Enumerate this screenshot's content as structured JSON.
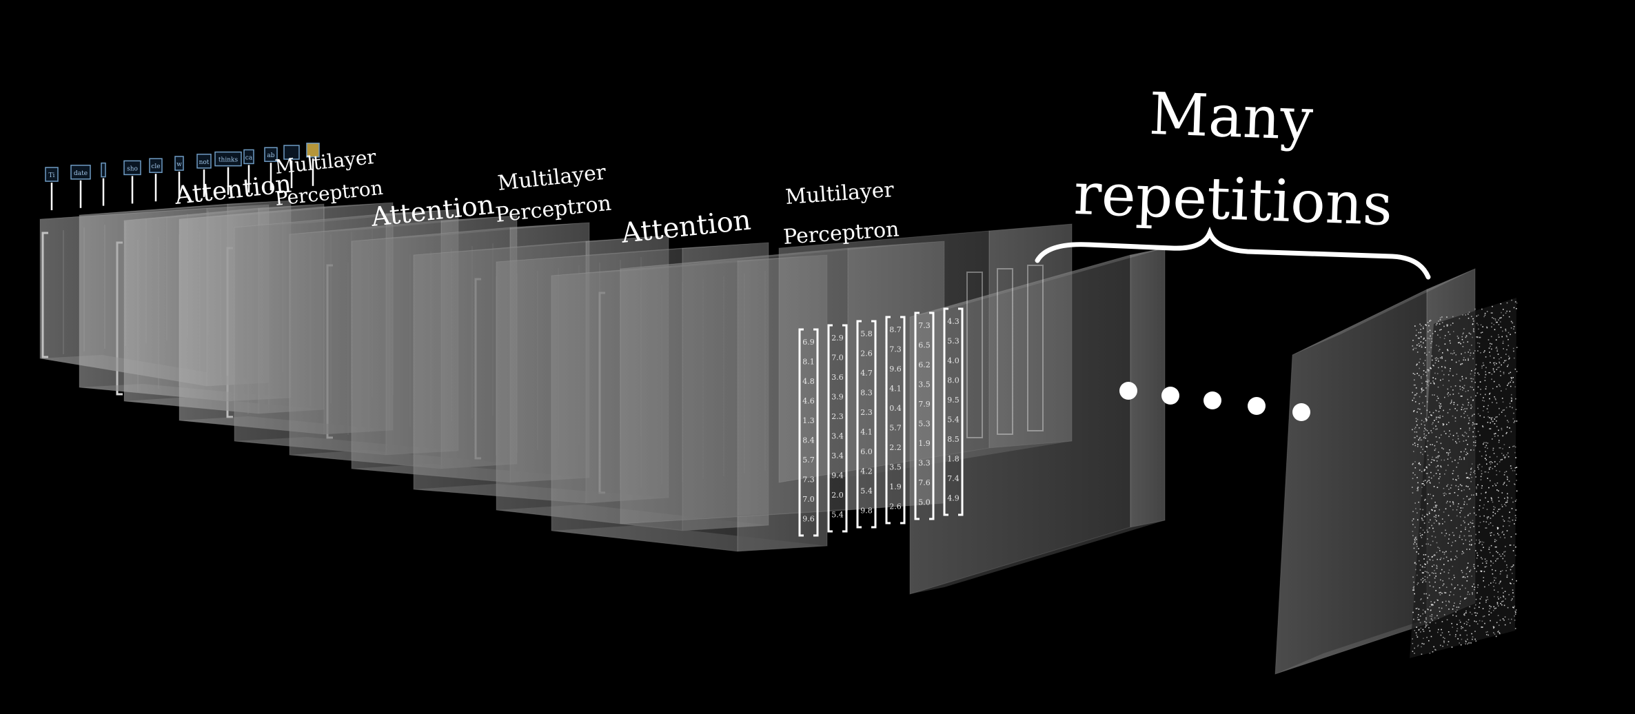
{
  "labels": {
    "attention": "Attention",
    "mlp_line1": "Multilayer",
    "mlp_line2": "Perceptron",
    "many": "Many",
    "repetitions": "repetitions"
  },
  "tokens": [
    "Ti",
    "date",
    "",
    "sho",
    "cle",
    "w",
    "not",
    "thinks",
    "ca",
    "ab",
    "",
    ""
  ],
  "vector_column": [
    "6.9",
    "8.1",
    "4.8",
    "4.6",
    "1.3",
    "8.4",
    "5.7",
    "7.3",
    "7.0",
    "9.6"
  ],
  "vector_columns": [
    [
      "6.9",
      "8.1",
      "4.8",
      "4.6",
      "1.3",
      "8.4",
      "5.7",
      "7.3",
      "7.0",
      "9.6"
    ],
    [
      "2.9",
      "7.0",
      "3.6",
      "3.9",
      "2.3",
      "3.4",
      "3.4",
      "9.4",
      "2.0",
      "5.4"
    ],
    [
      "5.8",
      "2.6",
      "4.7",
      "8.3",
      "2.3",
      "4.1",
      "6.0",
      "4.2",
      "5.4",
      "9.8"
    ],
    [
      "8.7",
      "7.3",
      "9.6",
      "4.1",
      "0.4",
      "5.7",
      "2.2",
      "3.5",
      "1.9",
      "2.6"
    ],
    [
      "7.3",
      "6.5",
      "6.2",
      "3.5",
      "7.9",
      "5.3",
      "1.9",
      "3.3",
      "7.6",
      "5.0"
    ],
    [
      "4.3",
      "5.3",
      "4.0",
      "8.0",
      "9.5",
      "5.4",
      "8.5",
      "1.8",
      "7.4",
      "4.9"
    ]
  ],
  "colors": {
    "background": "#000000",
    "block_face": "#707070",
    "text": "#ffffff",
    "token_box": "#6f9cc4",
    "token_highlight": "#c9a640"
  }
}
